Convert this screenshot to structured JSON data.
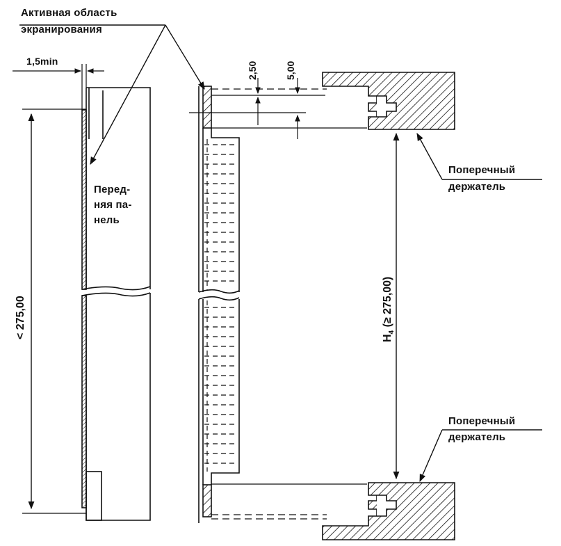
{
  "labels": {
    "active_area_line1": "Активная область",
    "active_area_line2": "экранирования",
    "min_gap": "1,5min",
    "front_panel_line1": "Перед-",
    "front_panel_line2": "няя па-",
    "front_panel_line3": "нель",
    "height_left": "< 275,00",
    "dim_top_a": "2,50",
    "dim_top_b": "5,00",
    "height_h4_main": "H",
    "height_h4_sub": "4",
    "height_h4_rest": " (≥ 275,00)",
    "holder_top_line1": "Поперечный",
    "holder_top_line2": "держатель",
    "holder_bottom_line1": "Поперечный",
    "holder_bottom_line2": "держатель"
  }
}
